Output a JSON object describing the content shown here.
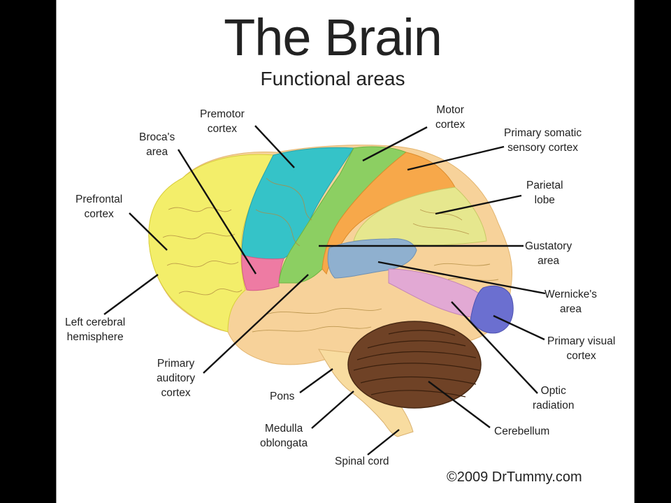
{
  "title": "The Brain",
  "subtitle": "Functional areas",
  "labels": {
    "premotor_1": "Premotor",
    "premotor_2": "cortex",
    "motor_1": "Motor",
    "motor_2": "cortex",
    "brocas_1": "Broca's",
    "brocas_2": "area",
    "somatic_1": "Primary somatic",
    "somatic_2": "sensory cortex",
    "prefrontal_1": "Prefrontal",
    "prefrontal_2": "cortex",
    "parietal_1": "Parietal",
    "parietal_2": "lobe",
    "gustatory_1": "Gustatory",
    "gustatory_2": "area",
    "wernickes_1": "Wernicke's",
    "wernickes_2": "area",
    "left_cerebral_1": "Left cerebral",
    "left_cerebral_2": "hemisphere",
    "visual_1": "Primary visual",
    "visual_2": "cortex",
    "auditory_1": "Primary",
    "auditory_2": "auditory",
    "auditory_3": "cortex",
    "optic_1": "Optic",
    "optic_2": "radiation",
    "pons": "Pons",
    "medulla_1": "Medulla",
    "medulla_2": "oblongata",
    "cerebellum": "Cerebellum",
    "spinal": "Spinal cord"
  },
  "copyright": "©2009 DrTummy.com",
  "colors": {
    "prefrontal": "#f3ee6a",
    "premotor": "#35c3c8",
    "brocas": "#ee7ba3",
    "motor": "#8ccf62",
    "somatic": "#f7a84a",
    "parietal": "#e6e78e",
    "gustatory": "#8fb0cf",
    "wernickes": "#e2a9d4",
    "visual": "#6b6fd0",
    "brainstem": "#f8dca0",
    "cerebellum": "#6f4226"
  }
}
